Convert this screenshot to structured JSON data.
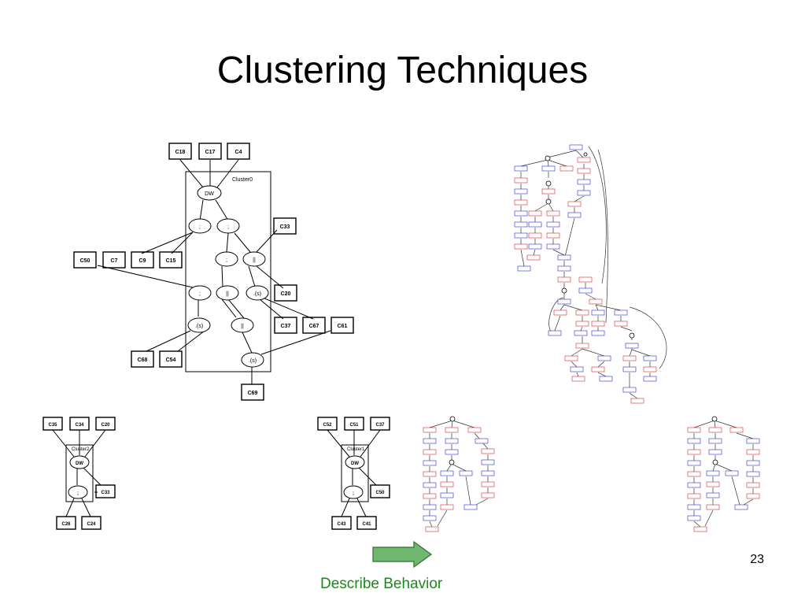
{
  "slide": {
    "title": "Clustering Techniques",
    "page_number": "23",
    "caption": "Describe Behavior",
    "arrow_color": "#6fb86f",
    "caption_color": "#1a8a1a"
  },
  "main_diagram": {
    "cluster_label": "Cluster0",
    "components": [
      "C18",
      "C17",
      "C4",
      "C33",
      "C50",
      "C7",
      "C9",
      "C15",
      "C20",
      "C37",
      "C67",
      "C61",
      "C68",
      "C54",
      "C69"
    ],
    "operators": [
      "DW",
      ";",
      ";",
      ";",
      "||",
      ";",
      "||",
      ".(s)",
      ".(s)",
      "||",
      ".(s)"
    ]
  },
  "cluster2": {
    "label": "Cluster2",
    "components": [
      "C35",
      "C34",
      "C20",
      "C33",
      "C26",
      "C24"
    ],
    "operators": [
      "DW",
      ";"
    ]
  },
  "cluster1": {
    "label": "Cluster1",
    "components": [
      "C52",
      "C51",
      "C37",
      "C50",
      "C43",
      "C41"
    ],
    "operators": [
      "DW",
      ";"
    ]
  }
}
